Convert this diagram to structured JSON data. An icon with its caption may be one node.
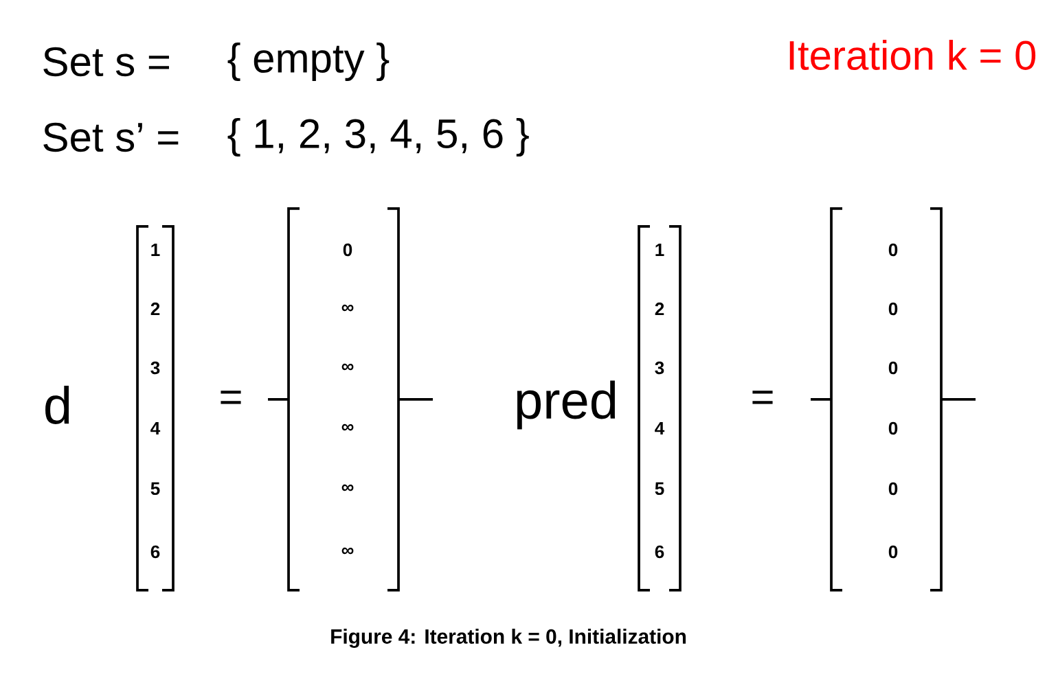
{
  "diagram": {
    "caption": "Figure 4: Iteration k = 0, Initialization",
    "labels": [
      "Set s  =",
      "{ empty }",
      "Iteration k = 0",
      "Set s’ =",
      "{ 1, 2, 3, 4, 5, 6 }",
      "d",
      "1",
      "2",
      "3",
      "4",
      "5",
      "6",
      "=",
      "0",
      "∞",
      "∞",
      "∞",
      "∞",
      "∞",
      "pred",
      "1",
      "2",
      "3",
      "4",
      "5",
      "6",
      "=",
      "0",
      "0",
      "0",
      "0",
      "0",
      "0"
    ]
  }
}
